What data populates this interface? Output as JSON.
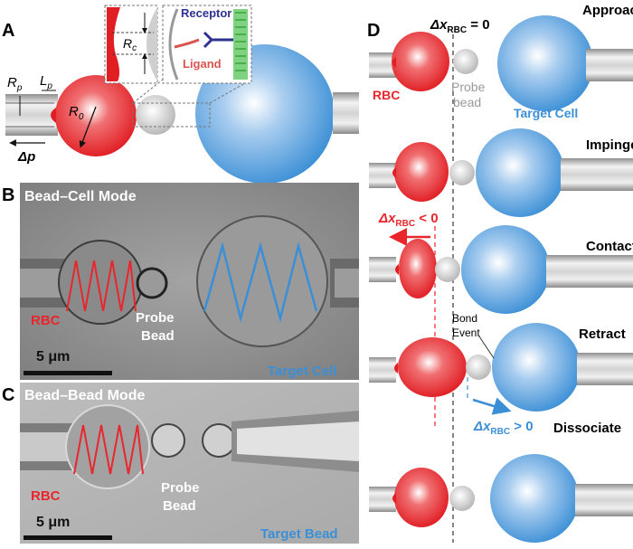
{
  "colors": {
    "rbc": "#e8262b",
    "cell": "#3b8fd6",
    "grey": "#9a9a9a",
    "receptor": "#2e3192",
    "ligand": "#d9534f",
    "micro_bg": "#8c8c8c"
  },
  "panelA": {
    "letter": "A",
    "rp": "R",
    "rp_sub": "p",
    "lp": "L",
    "lp_sub": "p",
    "r0": "R",
    "r0_sub": "0",
    "rc": "R",
    "rc_sub": "c",
    "dp": "Δp",
    "receptor": "Receptor",
    "ligand": "Ligand"
  },
  "panelB": {
    "letter": "B",
    "title": "Bead–Cell Mode",
    "rbc": "RBC",
    "probe_line1": "Probe",
    "probe_line2": "Bead",
    "scale": "5 μm",
    "target": "Target Cell"
  },
  "panelC": {
    "letter": "C",
    "title": "Bead–Bead Mode",
    "rbc": "RBC",
    "probe_line1": "Probe",
    "probe_line2": "Bead",
    "scale": "5 μm",
    "target": "Target Bead"
  },
  "panelD": {
    "letter": "D",
    "dx0_prefix": "Δx",
    "dx0_sub": "RBC",
    "dx0_suffix": " = 0",
    "rbc": "RBC",
    "probe_line1": "Probe",
    "probe_line2": "bead",
    "target": "Target Cell",
    "stages": [
      "Approach",
      "Impinge",
      "Contact",
      "Retract",
      "Dissociate"
    ],
    "dxneg_prefix": "Δx",
    "dxneg_sub": "RBC",
    "dxneg_suffix": " < 0",
    "dxpos_prefix": "Δx",
    "dxpos_sub": "RBC",
    "dxpos_suffix": " > 0",
    "bond_line1": "Bond",
    "bond_line2": "Event"
  }
}
